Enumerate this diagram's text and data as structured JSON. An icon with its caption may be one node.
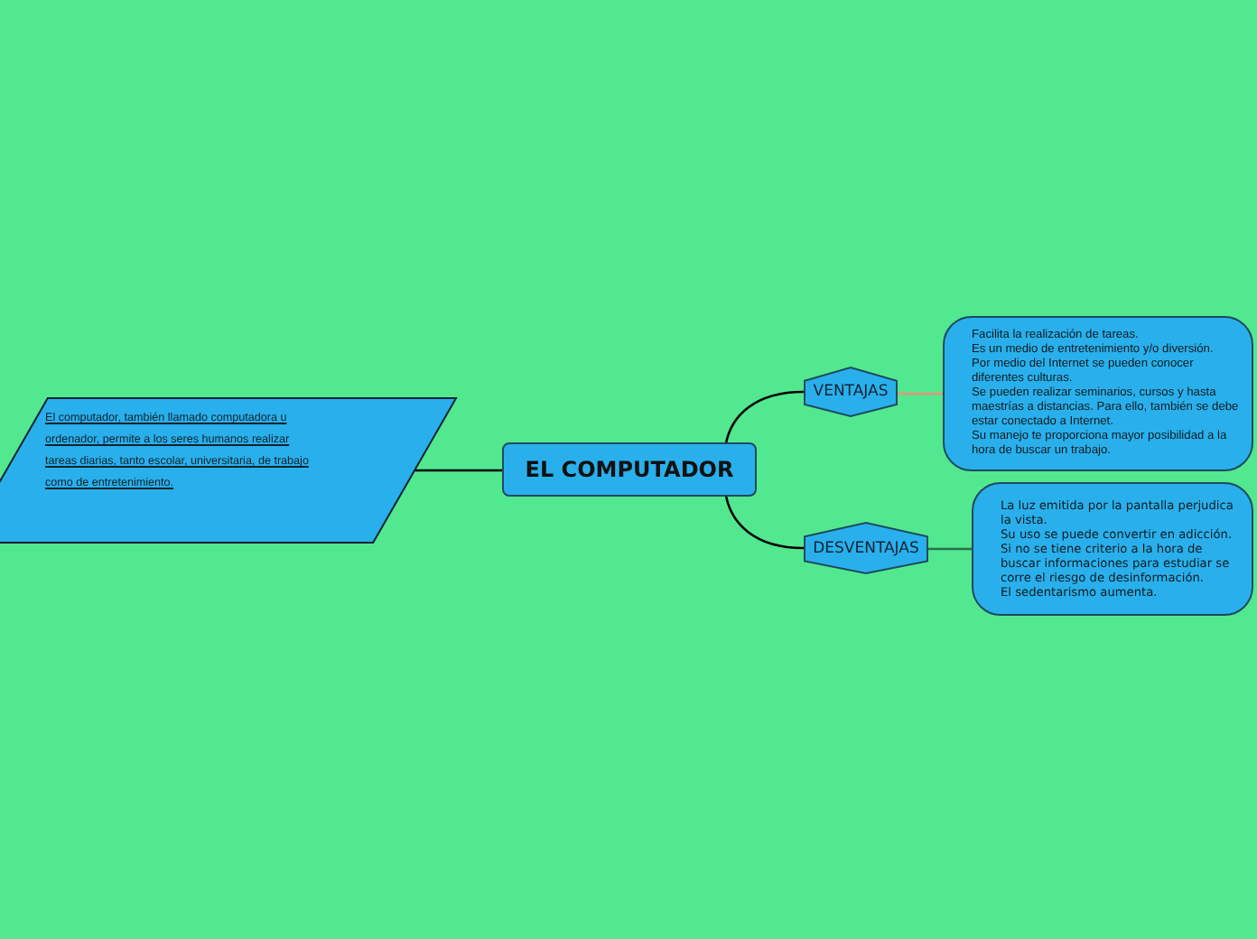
{
  "diagram": {
    "nodes": [
      {
        "text": [
          " El computador, también llamado computadora u ordenador, permite a los seres humanos realizar tareas diarias, tanto escolar, universitaria, de trabajo como de entretenimiento."
        ]
      },
      {
        "text": [
          "EL COMPUTADOR"
        ]
      },
      {
        "text": [
          "VENTAJAS"
        ]
      },
      {
        "text": [
          "DESVENTAJAS"
        ]
      },
      {
        "text": [
          "Facilita la realización de tareas.",
          "Es un medio de entretenimiento y/o diversión.",
          "Por medio del Internet se pueden conocer diferentes culturas.",
          "Se pueden realizar seminarios, cursos y hasta maestrías a distancias. Para ello, también se debe estar conectado a Internet.",
          "Su manejo te proporciona mayor posibilidad a la hora de buscar un trabajo."
        ]
      },
      {
        "text": [
          "La luz emitida por la pantalla perjudica la vista.",
          "Su uso se puede convertir en adicción.",
          "Si no se tiene criterio a la hora de buscar informaciones para estudiar se corre el riesgo de desinformación.",
          "El sedentarismo aumenta."
        ]
      }
    ],
    "edges": [
      {
        "from": 1,
        "to": 0,
        "arrow": "none"
      },
      {
        "from": 1,
        "to": 2,
        "arrow": "none"
      },
      {
        "from": 1,
        "to": 3,
        "arrow": "none"
      },
      {
        "from": 2,
        "to": 4,
        "arrow": "none",
        "color": "#e8957a"
      },
      {
        "from": 3,
        "to": 5,
        "arrow": "none",
        "color": "#2a6e4a"
      }
    ]
  }
}
